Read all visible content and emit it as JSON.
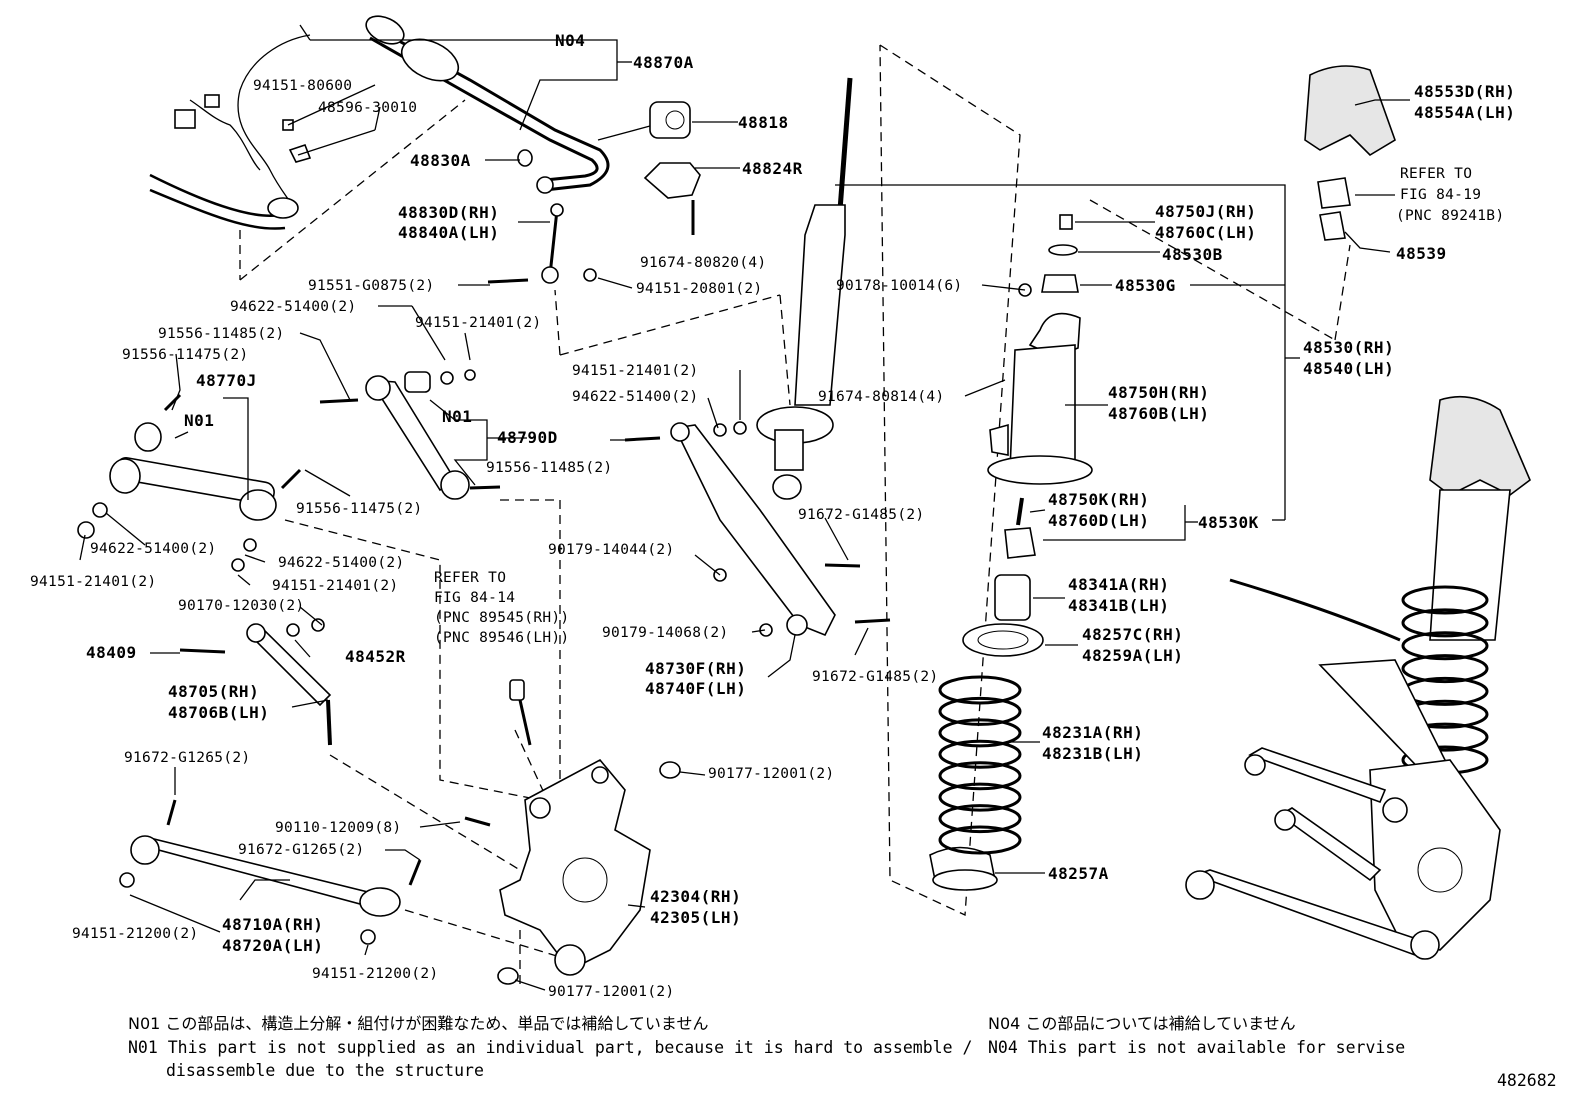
{
  "labels": {
    "n04_top": "N04",
    "p48870A": "48870A",
    "p94151_80600": "94151-80600",
    "p48596_30010": "48596-30010",
    "p48818": "48818",
    "p48830A": "48830A",
    "p48824R": "48824R",
    "p48830D_rh": "48830D(RH)",
    "p48840A_lh": "48840A(LH)",
    "p91674_80820": "91674-80820(4)",
    "p91551_G0875": "91551-G0875(2)",
    "p94151_20801": "94151-20801(2)",
    "p94622_51400_a": "94622-51400(2)",
    "p94151_21401_a": "94151-21401(2)",
    "p91556_11485_a": "91556-11485(2)",
    "p91556_11475_a": "91556-11475(2)",
    "p48770J": "48770J",
    "n01_a": "N01",
    "n01_b": "N01",
    "p48790D": "48790D",
    "p91556_11475_b": "91556-11475(2)",
    "p94622_51400_b": "94622-51400(2)",
    "p94151_21401_b": "94151-21401(2)",
    "p94622_51400_c": "94622-51400(2)",
    "p94151_21401_c": "94151-21401(2)",
    "p90170_12030": "90170-12030(2)",
    "p48409": "48409",
    "p48452R": "48452R",
    "p48705_rh": "48705(RH)",
    "p48706B_lh": "48706B(LH)",
    "refer_fig84_14_l1": "REFER TO",
    "refer_fig84_14_l2": "FIG 84-14",
    "refer_fig84_14_l3": "(PNC 89545(RH))",
    "refer_fig84_14_l4": "(PNC 89546(LH))",
    "p94151_21401_d": "94151-21401(2)",
    "p94622_51400_d": "94622-51400(2)",
    "p91556_11485_b": "91556-11485(2)",
    "p90179_14044": "90179-14044(2)",
    "p90179_14068": "90179-14068(2)",
    "p91672_G1485_a": "91672-G1485(2)",
    "p91672_G1485_b": "91672-G1485(2)",
    "p48730F_rh": "48730F(RH)",
    "p48740F_lh": "48740F(LH)",
    "p90178_10014": "90178-10014(6)",
    "p91674_80814": "91674-80814(4)",
    "p48750J_rh": "48750J(RH)",
    "p48760C_lh": "48760C(LH)",
    "p48530B": "48530B",
    "p48530G": "48530G",
    "p48750H_rh": "48750H(RH)",
    "p48760B_lh": "48760B(LH)",
    "p48750K_rh": "48750K(RH)",
    "p48760D_lh": "48760D(LH)",
    "p48530K": "48530K",
    "p48341A_rh": "48341A(RH)",
    "p48341B_lh": "48341B(LH)",
    "p48257C_rh": "48257C(RH)",
    "p48259A_lh": "48259A(LH)",
    "p48231A_rh": "48231A(RH)",
    "p48231B_lh": "48231B(LH)",
    "p48257A": "48257A",
    "p48553D_rh": "48553D(RH)",
    "p48554A_lh": "48554A(LH)",
    "refer_fig84_19_l1": "REFER TO",
    "refer_fig84_19_l2": "FIG 84-19",
    "refer_fig84_19_l3": "(PNC 89241B)",
    "p48539": "48539",
    "p48530_rh": "48530(RH)",
    "p48540_lh": "48540(LH)",
    "p91672_G1265_a": "91672-G1265(2)",
    "p91672_G1265_b": "91672-G1265(2)",
    "p90110_12009": "90110-12009(8)",
    "p90177_12001_a": "90177-12001(2)",
    "p90177_12001_b": "90177-12001(2)",
    "p42304_rh": "42304(RH)",
    "p42305_lh": "42305(LH)",
    "p94151_21200_a": "94151-21200(2)",
    "p94151_21200_b": "94151-21200(2)",
    "p48710A_rh": "48710A(RH)",
    "p48720A_lh": "48720A(LH)"
  },
  "notes": {
    "n01_jp": "N01 この部品は、構造上分解・組付けが困難なため、単品では補給していません",
    "n01_en_1": "N01 This part is not supplied as an individual part, because it is hard to assemble /",
    "n01_en_2": "disassemble due to the structure",
    "n04_jp": "N04 この部品については補給していません",
    "n04_en": "N04 This part is not available for servise"
  },
  "figure_number": "482682"
}
